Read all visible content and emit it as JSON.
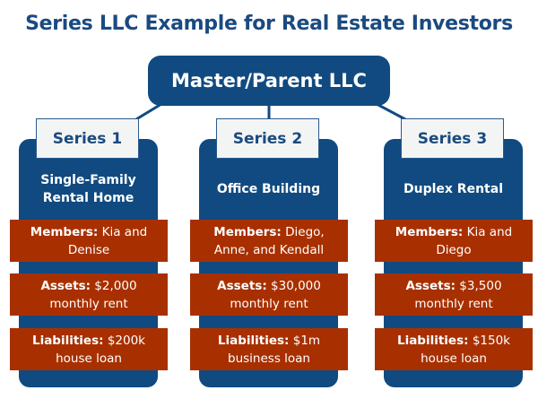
{
  "title": "Series LLC Example for Real Estate Investors",
  "master": "Master/Parent LLC",
  "colors": {
    "blue": "#114a80",
    "red": "#a83000",
    "label_bg": "#f3f5f5"
  },
  "series": [
    {
      "label": "Series 1",
      "property": "Single-Family Rental Home",
      "members_label": "Members:",
      "members": "Kia and Denise",
      "assets_label": "Assets:",
      "assets": "$2,000 monthly rent",
      "liabilities_label": "Liabilities:",
      "liabilities": "$200k house loan"
    },
    {
      "label": "Series 2",
      "property": "Office Building",
      "members_label": "Members:",
      "members": "Diego, Anne, and Kendall",
      "assets_label": "Assets:",
      "assets": "$30,000 monthly rent",
      "liabilities_label": "Liabilities:",
      "liabilities": "$1m business loan"
    },
    {
      "label": "Series 3",
      "property": "Duplex Rental",
      "members_label": "Members:",
      "members": "Kia and Diego",
      "assets_label": "Assets:",
      "assets": "$3,500 monthly rent",
      "liabilities_label": "Liabilities:",
      "liabilities": "$150k house loan"
    }
  ]
}
